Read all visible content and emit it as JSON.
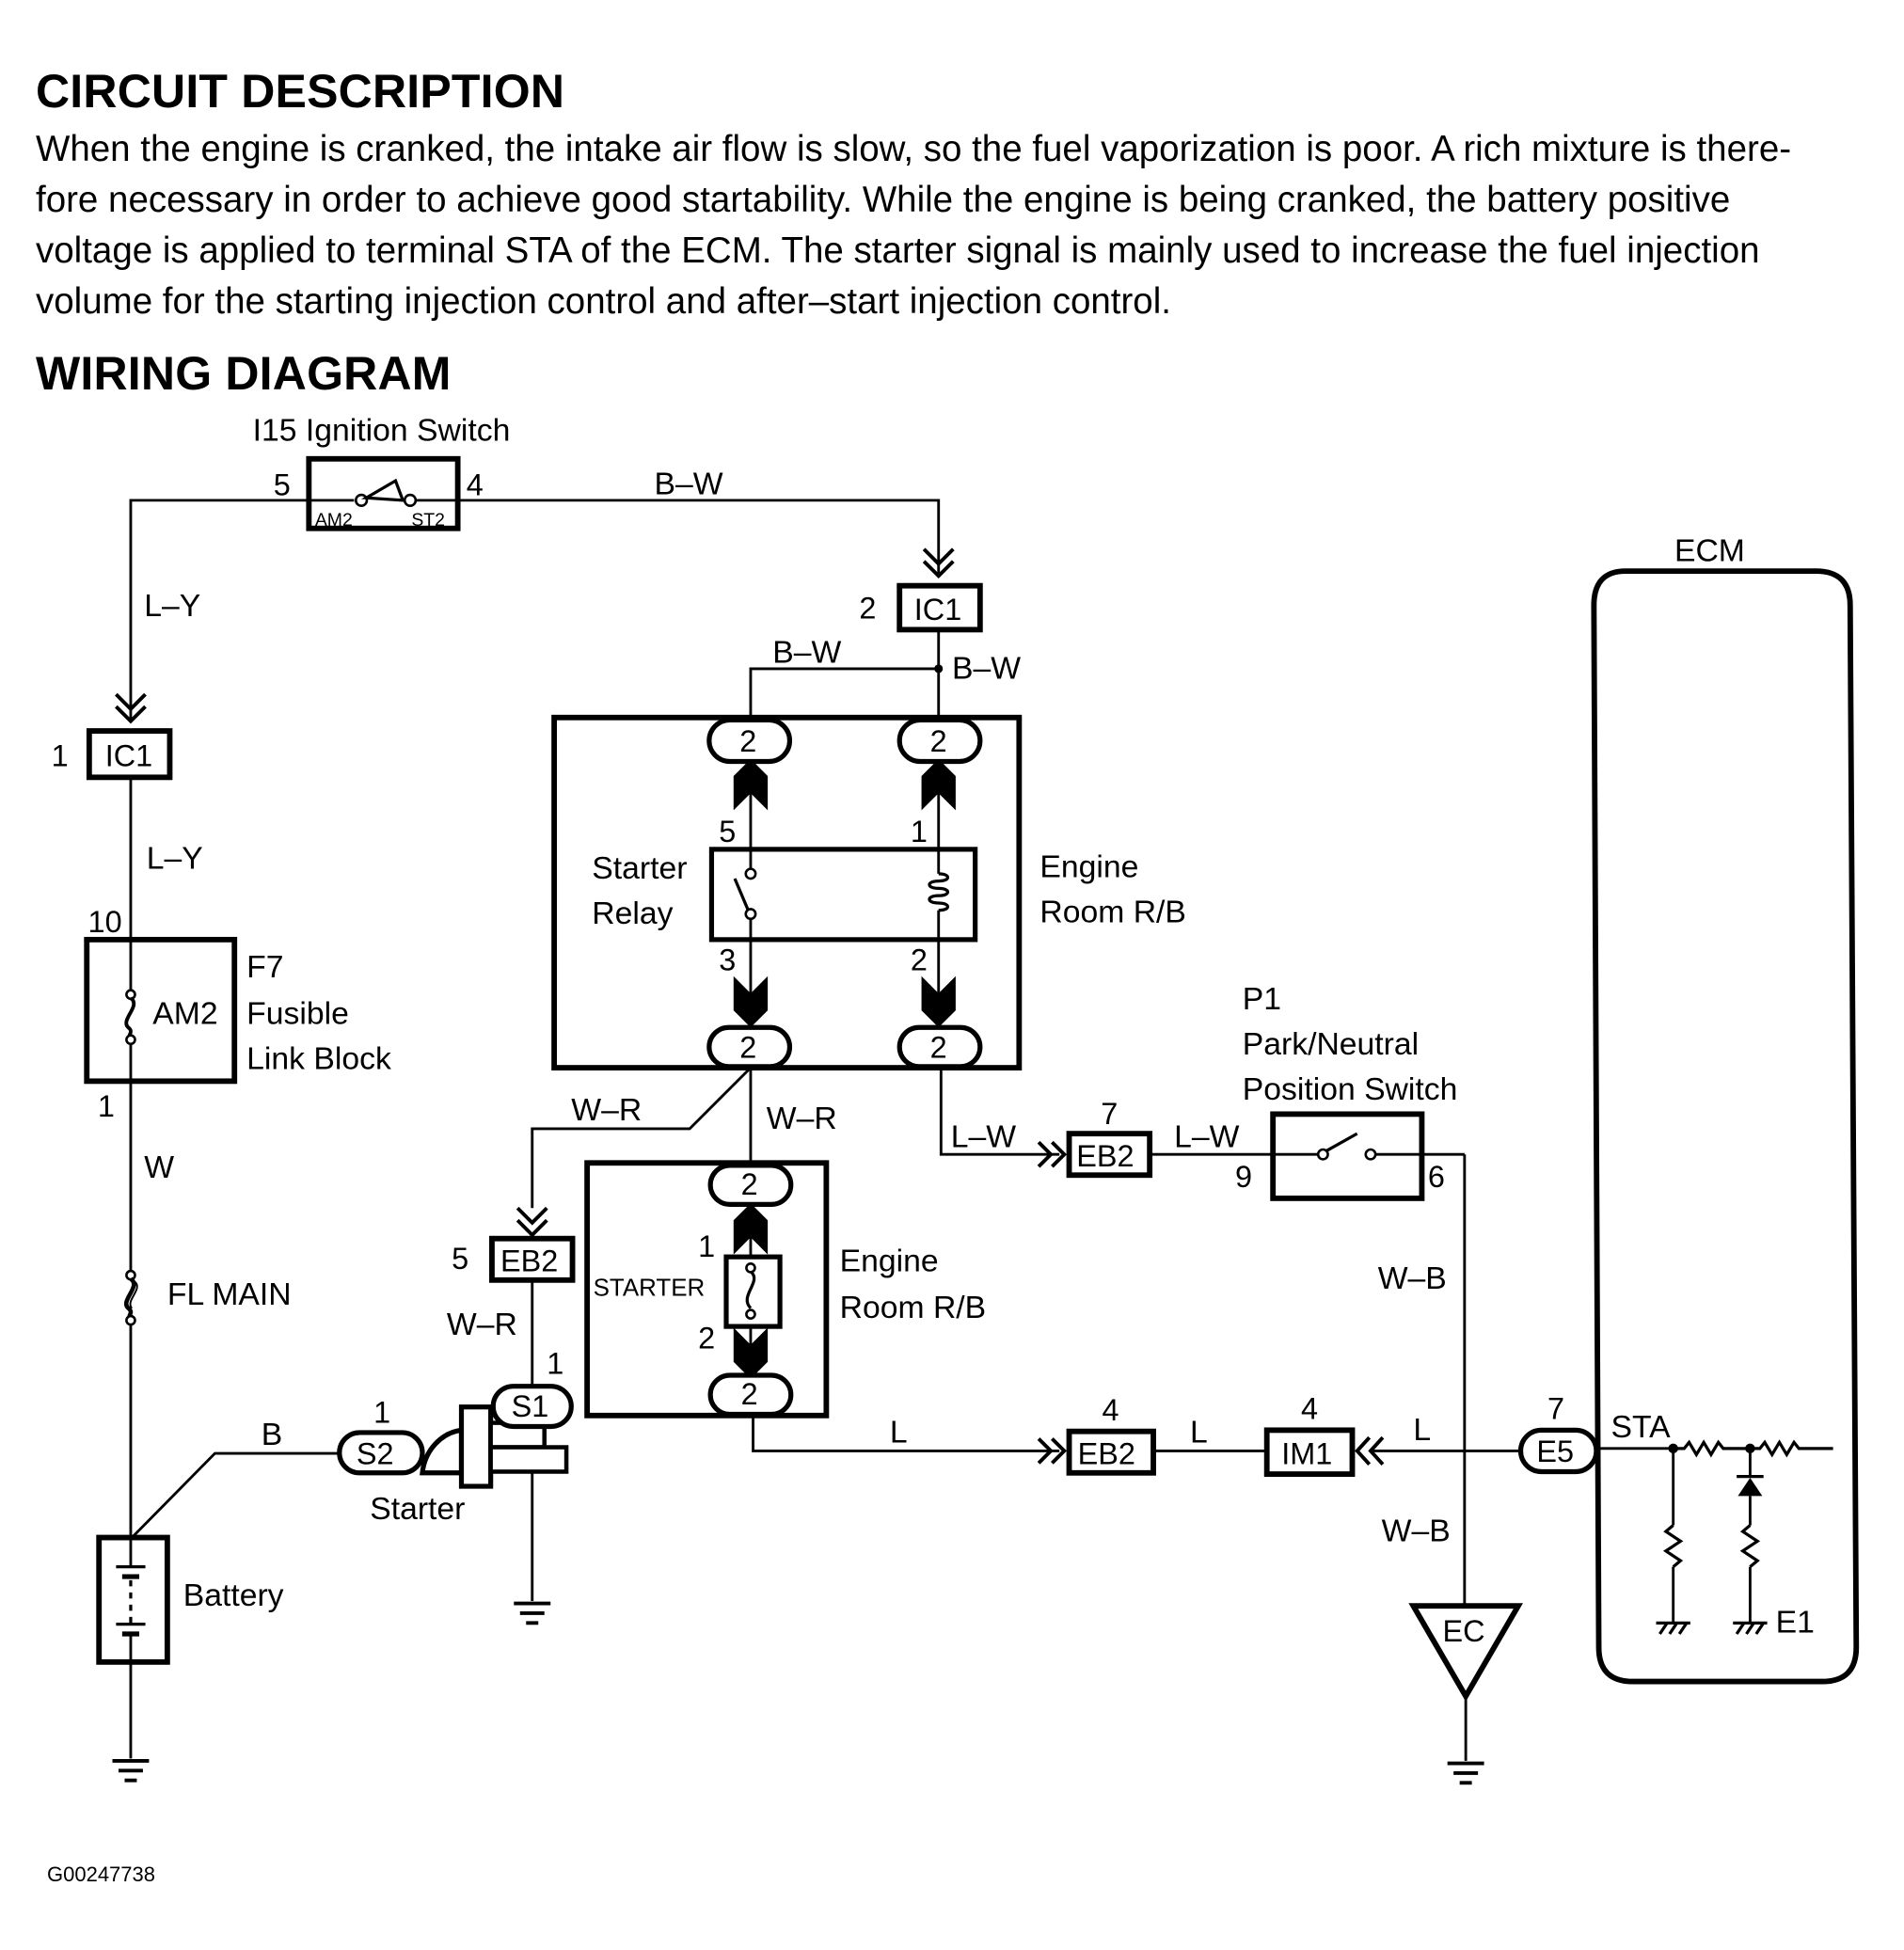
{
  "circuit_description": {
    "heading": "CIRCUIT DESCRIPTION",
    "lines": [
      "When the engine is cranked, the intake air flow is slow, so the fuel vaporization is poor. A rich mixture is there-",
      "fore necessary in order to achieve good startability. While the engine is being cranked, the battery positive",
      "voltage is applied to terminal STA of the ECM. The starter signal is mainly used to increase the fuel injection",
      "volume for the starting injection control and after–start injection control."
    ]
  },
  "wiring_diagram": {
    "heading": "WIRING DIAGRAM",
    "ignition_switch": {
      "title": "I15 Ignition Switch",
      "pin_left": "5",
      "pin_right": "4",
      "term_left": "AM2",
      "term_right": "ST2"
    },
    "wires": {
      "ly_top": "L–Y",
      "ly_mid": "L–Y",
      "bw_top": "B–W",
      "bw_left": "B–W",
      "bw_right": "B–W",
      "w": "W",
      "b": "B",
      "wr_left": "W–R",
      "wr_mid": "W–R",
      "wr_eb2": "W–R",
      "lw_left": "L–W",
      "lw_right": "L–W",
      "l_1": "L",
      "l_2": "L",
      "l_3": "L",
      "wb_top": "W–B",
      "wb_bottom": "W–B"
    },
    "ic1_left": {
      "label": "IC1",
      "pin": "1"
    },
    "ic1_top": {
      "label": "IC1",
      "pin": "2"
    },
    "fusible_link": {
      "pin_top": "10",
      "pin_bottom": "1",
      "fuse": "AM2",
      "name_1": "F7",
      "name_2": "Fusible",
      "name_3": "Link Block"
    },
    "fl_main": "FL MAIN",
    "battery": "Battery",
    "starter": {
      "label": "Starter",
      "s1": "S1",
      "s2": "S2",
      "s1_pin": "1",
      "s2_pin": "1"
    },
    "relay_box": {
      "name_1": "Engine",
      "name_2": "Room R/B",
      "relay_1": "Starter",
      "relay_2": "Relay",
      "pin5": "5",
      "pin1": "1",
      "pin3": "3",
      "pin2": "2",
      "conn_tl": "2",
      "conn_tr": "2",
      "conn_bl": "2",
      "conn_br": "2"
    },
    "fuse_box": {
      "name_1": "Engine",
      "name_2": "Room R/B",
      "fuse": "STARTER",
      "pin1": "1",
      "pin2": "2",
      "conn_top": "2",
      "conn_bottom": "2"
    },
    "eb2_left": {
      "label": "EB2",
      "pin": "5"
    },
    "eb2_mid": {
      "label": "EB2",
      "pin": "7"
    },
    "eb2_low": {
      "label": "EB2",
      "pin": "4"
    },
    "im1": {
      "label": "IM1",
      "pin": "4"
    },
    "e5": {
      "label": "E5",
      "pin": "7"
    },
    "pn_switch": {
      "name_1": "P1",
      "name_2": "Park/Neutral",
      "name_3": "Position Switch",
      "pin_left": "9",
      "pin_right": "6"
    },
    "ground_ec": "EC",
    "ecm": {
      "title": "ECM",
      "sta": "STA",
      "e1": "E1"
    }
  },
  "footer": {
    "code": "G00247738"
  }
}
